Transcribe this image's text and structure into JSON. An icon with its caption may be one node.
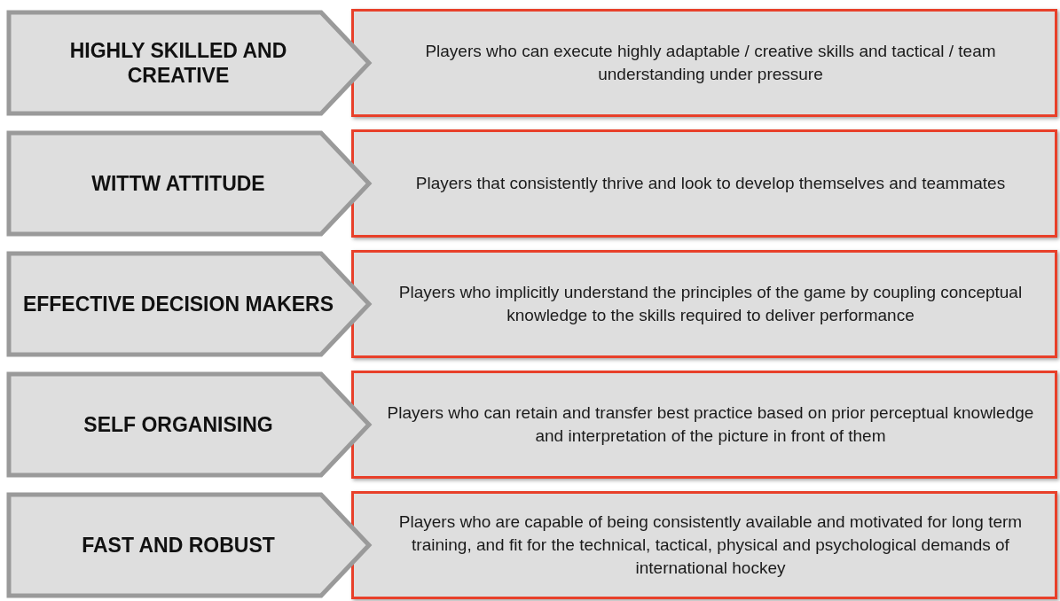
{
  "diagram": {
    "nodes": [
      {
        "text": [
          "HIGHLY SKILLED AND CREATIVE"
        ]
      },
      {
        "text": [
          "Players who can execute highly adaptable / creative skills and tactical / team understanding under pressure"
        ]
      },
      {
        "text": [
          "WITTW ATTITUDE"
        ]
      },
      {
        "text": [
          "Players that consistently thrive and look to develop themselves and teammates"
        ]
      },
      {
        "text": [
          "EFFECTIVE DECISION MAKERS"
        ]
      },
      {
        "text": [
          "Players who implicitly understand the principles of the game by coupling conceptual knowledge to the skills required to deliver performance"
        ]
      },
      {
        "text": [
          "SELF ORGANISING"
        ]
      },
      {
        "text": [
          "Players who can retain and transfer best practice based on prior perceptual knowledge and interpretation of the picture in front of them"
        ]
      },
      {
        "text": [
          "FAST AND ROBUST"
        ]
      },
      {
        "text": [
          "Players who are capable of being consistently available and motivated for long term training, and fit for the technical, tactical, physical and psychological demands of international hockey"
        ]
      }
    ]
  }
}
